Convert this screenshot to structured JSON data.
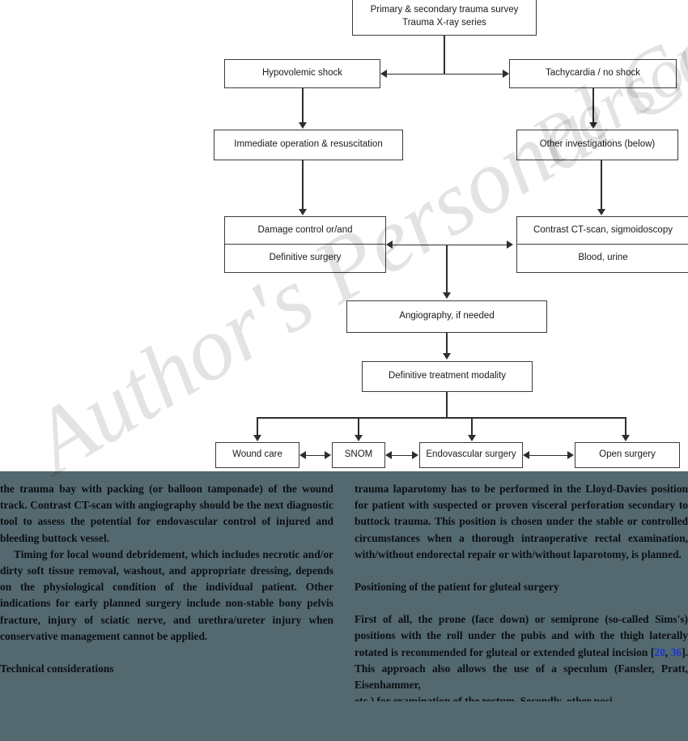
{
  "figure": {
    "nodes": {
      "survey_line1": "Primary & secondary trauma survey",
      "survey_line2": "Trauma X-ray series",
      "hypovolemic": "Hypovolemic shock",
      "tachycardia": "Tachycardia / no shock",
      "immediate_op": "Immediate operation & resuscitation",
      "other_inv": "Other investigations (below)",
      "damage_control": "Damage control or/and",
      "definitive_surgery": "Definitive surgery",
      "contrast_ct": "Contrast CT-scan, sigmoidoscopy",
      "blood_urine": "Blood, urine",
      "angiography": "Angiography, if needed",
      "definitive_modality": "Definitive treatment modality",
      "wound_care": "Wound care",
      "snom": "SNOM",
      "endovascular": "Endovascular surgery",
      "open_surgery": "Open surgery"
    },
    "colors": {
      "box_border": "#3b3b3b",
      "connector": "#2e2e2e",
      "box_fill": "#ffffff"
    }
  },
  "watermark": {
    "main": "Author's Personal Copy",
    "upper": "Personal Copy"
  },
  "body": {
    "background_color": "#53686f",
    "left_column": {
      "p1": "the trauma bay with packing (or balloon tamponade) of the wound track. Contrast CT-scan with angiography should be the next diagnostic tool to assess the potential for endovascular control of injured and bleeding buttock vessel.",
      "p2": "Timing for local wound debridement, which includes necrotic and/or dirty soft tissue removal, washout, and appropriate dressing, depends on the physiological condition of the individual patient. Other indications for early planned surgery include non-stable bony pelvis fracture, injury of sciatic nerve, and urethra/ureter injury when conservative management cannot be applied.",
      "heading": "Technical considerations"
    },
    "right_column": {
      "p1": "trauma laparotomy has to be performed in the Lloyd-Davies position for patient with suspected or proven visceral perforation secondary to buttock trauma. This position is chosen under the stable or controlled circumstances when a thorough intraoperative rectal examination, with/without endorectal repair or with/without laparotomy, is planned.",
      "heading": "Positioning of the patient for gluteal surgery",
      "p2_a": "First of all, the prone (face down) or semiprone (so-called Sims's) positions with the roll under the pubis and with the thigh laterally rotated is recommended for gluteal or extended gluteal incision [",
      "ref1": "20",
      "ref_sep": ", ",
      "ref2": "36",
      "p2_b": "]. This approach also allows the use of a speculum (Fansler, Pratt, Eisenhammer,",
      "p2_c": "etc.) for examination of the rectum. Secondly, other posi-"
    }
  }
}
